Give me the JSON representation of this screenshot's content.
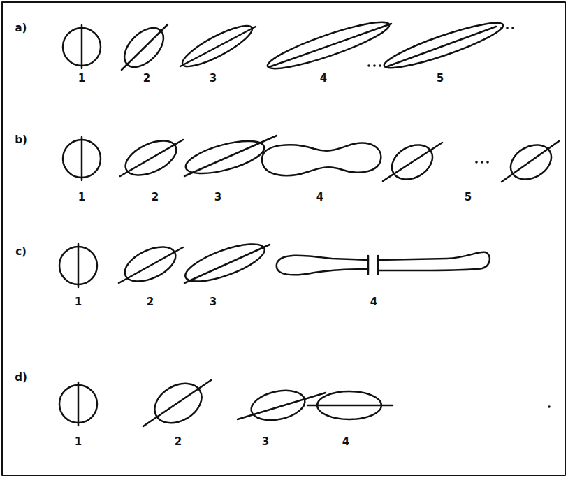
{
  "diagram": {
    "labels": [
      "a)",
      "1",
      "2",
      "3",
      "4",
      "5",
      "b)",
      "1",
      "2",
      "3",
      "4",
      "5",
      "c)",
      "1",
      "2",
      "3",
      "4",
      "d)",
      "1",
      "2",
      "3",
      "4"
    ]
  }
}
